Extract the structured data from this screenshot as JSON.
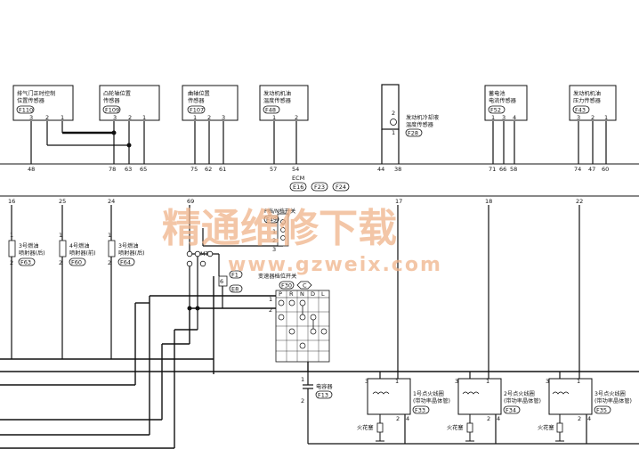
{
  "ecm": {
    "label": "ECM",
    "connectors": [
      "E16",
      "F23",
      "F24"
    ]
  },
  "top_sensors": [
    {
      "name_l1": "排气门正时控制",
      "name_l2": "位置传感器",
      "code": "F110",
      "pins": [
        "3",
        "2",
        "1"
      ],
      "ecm_pins": [
        "48",
        "78",
        "63"
      ]
    },
    {
      "name_l1": "凸轮轴位置",
      "name_l2": "传感器",
      "code": "F109",
      "pins": [
        "3",
        "2",
        "1"
      ],
      "ecm_pins": [
        "78",
        "63",
        "65"
      ]
    },
    {
      "name_l1": "曲轴位置",
      "name_l2": "传感器",
      "code": "F107",
      "pins": [
        "1",
        "2",
        "3"
      ],
      "ecm_pins": [
        "75",
        "62",
        "61"
      ]
    },
    {
      "name_l1": "发动机机油",
      "name_l2": "温度传感器",
      "code": "F48",
      "pins": [
        "1",
        "2"
      ],
      "ecm_pins": [
        "57",
        "54"
      ]
    },
    {
      "name_l1": "发动机冷却液",
      "name_l2": "温度传感器",
      "code": "F28",
      "pins": [
        "2",
        "1"
      ],
      "ecm_pins": [
        "44",
        "38"
      ]
    },
    {
      "name_l1": "蓄电池",
      "name_l2": "电流传感器",
      "code": "F52",
      "pins": [
        "1",
        "3",
        "4"
      ],
      "ecm_pins": [
        "71",
        "66",
        "58"
      ]
    },
    {
      "name_l1": "发动机机油",
      "name_l2": "压力传感器",
      "code": "F43",
      "pins": [
        "3",
        "2",
        "1"
      ],
      "ecm_pins": [
        "74",
        "47",
        "60"
      ]
    }
  ],
  "ecm_bottom_pins": [
    "16",
    "25",
    "24",
    "69",
    "17",
    "18",
    "22"
  ],
  "injectors": [
    {
      "name_l1": "3号燃油",
      "name_l2": "喷射器(后)",
      "code": "F63",
      "pins": [
        "1",
        "2"
      ]
    },
    {
      "name_l1": "4号燃油",
      "name_l2": "喷射器(前)",
      "code": "F60",
      "pins": [
        "1",
        "2"
      ]
    },
    {
      "name_l1": "3号燃油",
      "name_l2": "喷射器(后)",
      "code": "F64",
      "pins": [
        "1",
        "2"
      ]
    }
  ],
  "pnp_switch": {
    "label": "P档/N档开关",
    "code": "F49",
    "mt_label": "MT",
    "pins": [
      "1",
      "2",
      "3"
    ],
    "connectors": [
      "F1",
      "E8"
    ],
    "junction": "6"
  },
  "gear_switch": {
    "label": "变速器档位开关",
    "codes": [
      "F30",
      "C"
    ],
    "positions": [
      "P",
      "R",
      "N",
      "D",
      "L"
    ],
    "row_pins": [
      "1",
      "2"
    ]
  },
  "capacitor": {
    "label": "电容器",
    "code": "F13",
    "pins": [
      "1",
      "2"
    ]
  },
  "ignition_coils": [
    {
      "name_l1": "1号点火线圈",
      "name_l2": "(带功率晶体管)",
      "code": "F33",
      "plug": "火花塞",
      "pins": [
        "3",
        "1",
        "2",
        "4"
      ]
    },
    {
      "name_l1": "2号点火线圈",
      "name_l2": "(带功率晶体管)",
      "code": "F34",
      "plug": "火花塞",
      "pins": [
        "3",
        "1",
        "2",
        "4"
      ]
    },
    {
      "name_l1": "3号点火线圈",
      "name_l2": "(带功率晶体管)",
      "code": "F35",
      "plug": "火花塞",
      "pins": [
        "3",
        "1",
        "2",
        "4"
      ]
    }
  ],
  "watermark": {
    "cn": "精通维修下载",
    "url": "www.gzweix.com"
  }
}
